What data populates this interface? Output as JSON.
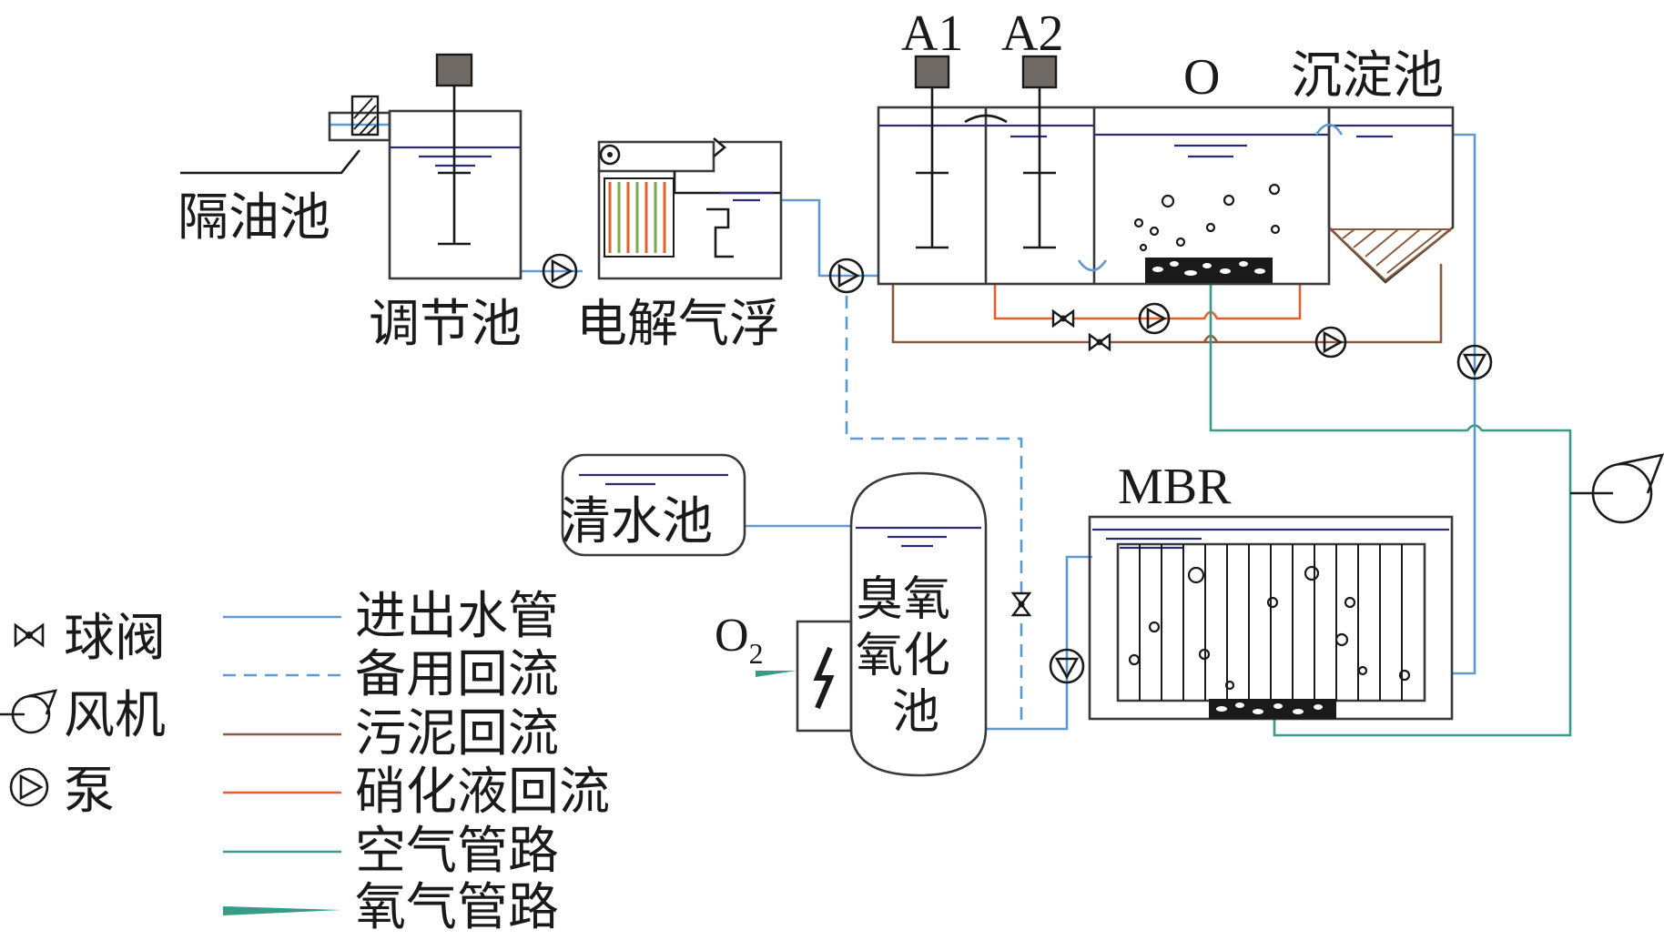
{
  "units": {
    "oil_separator": "隔油池",
    "equalization": "调节池",
    "electro_flotation": "电解气浮",
    "a1": "A1",
    "a2": "A2",
    "o": "O",
    "sedimentation": "沉淀池",
    "clear_water": "清水池",
    "ozone": [
      "臭氧",
      "氧化",
      "池"
    ],
    "mbr": "MBR",
    "o2": "O",
    "o2_sub": "2"
  },
  "legend": {
    "symbols": [
      {
        "icon": "ball-valve-icon",
        "label": "球阀"
      },
      {
        "icon": "fan-icon",
        "label": "风机"
      },
      {
        "icon": "pump-icon",
        "label": "泵"
      }
    ],
    "lines": [
      {
        "label": "进出水管",
        "color": "#5b9bd5",
        "style": "solid"
      },
      {
        "label": "备用回流",
        "color": "#5b9bd5",
        "style": "dashed"
      },
      {
        "label": "污泥回流",
        "color": "#8b5a3c",
        "style": "solid"
      },
      {
        "label": "硝化液回流",
        "color": "#e06030",
        "style": "solid"
      },
      {
        "label": "空气管路",
        "color": "#3a9a88",
        "style": "solid"
      },
      {
        "label": "氧气管路",
        "color": "#3a9a88",
        "style": "wedge"
      }
    ]
  }
}
